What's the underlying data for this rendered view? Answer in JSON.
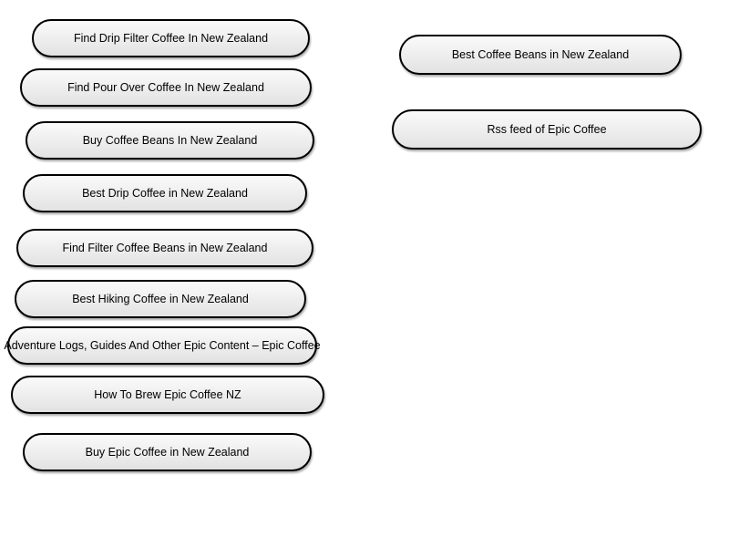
{
  "canvas": {
    "background_color": "#ffffff"
  },
  "node_style": {
    "border_color": "#000000",
    "fill_top": "#fafafa",
    "fill_bottom": "#e2e2e2",
    "text_color": "#000000"
  },
  "nodes": {
    "left": [
      {
        "label": "Find Drip Filter Coffee In New Zealand"
      },
      {
        "label": "Find Pour Over Coffee In New Zealand"
      },
      {
        "label": "Buy Coffee Beans In New Zealand"
      },
      {
        "label": "Best Drip Coffee in New Zealand"
      },
      {
        "label": "Find Filter Coffee Beans in New Zealand"
      },
      {
        "label": "Best Hiking Coffee in New Zealand"
      },
      {
        "label": "Adventure Logs, Guides And Other Epic Content – Epic Coffee"
      },
      {
        "label": "How To Brew Epic Coffee NZ"
      },
      {
        "label": "Buy Epic Coffee in New Zealand"
      }
    ],
    "right": [
      {
        "label": "Best Coffee Beans in New Zealand"
      },
      {
        "label": "Rss feed of Epic Coffee"
      }
    ]
  }
}
